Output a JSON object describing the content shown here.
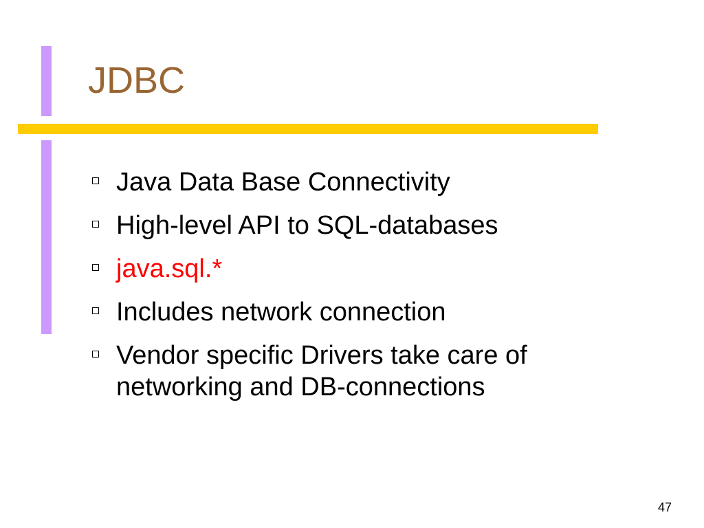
{
  "slide": {
    "title": "JDBC",
    "bullets": [
      {
        "text": "Java Data Base Connectivity",
        "highlight": false
      },
      {
        "text": "High-level API to SQL-databases",
        "highlight": false
      },
      {
        "text": "java.sql.*",
        "highlight": true
      },
      {
        "text": "Includes network connection",
        "highlight": false
      },
      {
        "text": "Vendor specific Drivers take care of networking and DB-connections",
        "highlight": false
      }
    ],
    "page_number": "47"
  },
  "colors": {
    "title": "#996633",
    "accent_vertical": "#cc99ff",
    "accent_horizontal": "#ffcc00",
    "highlight_text": "#ff0000",
    "body_text": "#000000"
  },
  "icons": {
    "bullet": "hollow-square-icon"
  }
}
